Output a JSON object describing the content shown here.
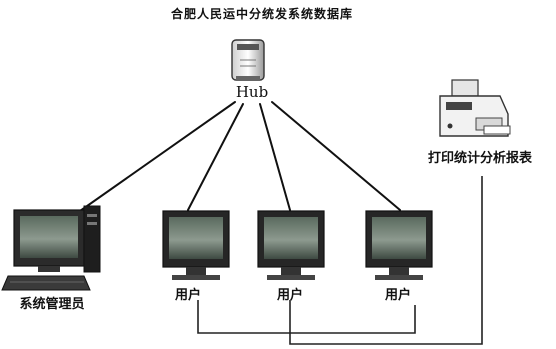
{
  "title": "合肥人民运中分统发系统数据库",
  "hub": {
    "label": "Hub"
  },
  "admin": {
    "label": "系统管理员"
  },
  "printer": {
    "label": "打印统计分析报表"
  },
  "users": [
    {
      "label": "用户"
    },
    {
      "label": "用户"
    },
    {
      "label": "用户"
    }
  ]
}
